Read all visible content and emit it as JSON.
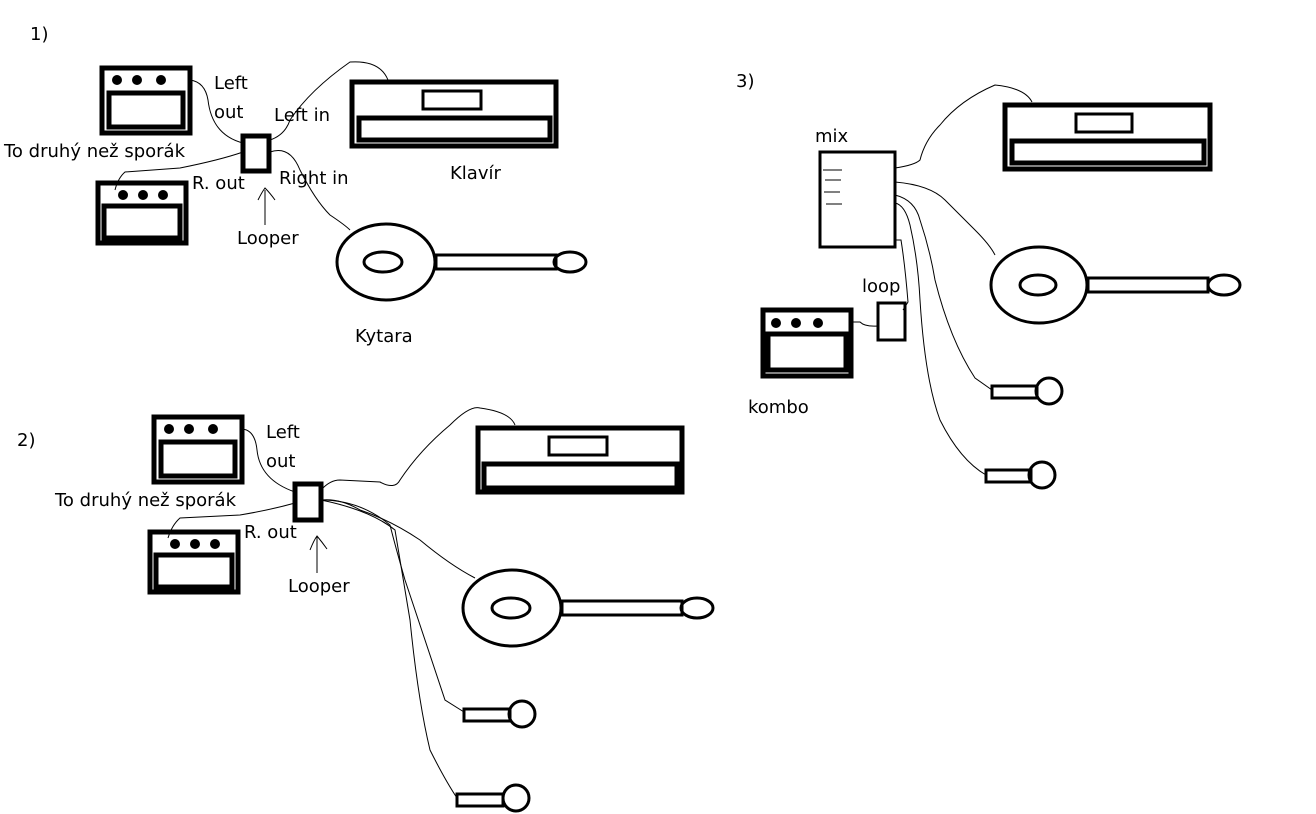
{
  "sections": [
    {
      "number": "1)",
      "labels": {
        "left_out_line1": "Left",
        "left_out_line2": "out",
        "left_in": "Left in",
        "right_in": "Right in",
        "r_out": "R. out",
        "second_amp": "To druhý než sporák",
        "looper": "Looper",
        "piano": "Klavír",
        "guitar": "Kytara"
      }
    },
    {
      "number": "2)",
      "labels": {
        "left_out_line1": "Left",
        "left_out_line2": "out",
        "r_out": "R. out",
        "second_amp": "To druhý než sporák",
        "looper": "Looper"
      }
    },
    {
      "number": "3)",
      "labels": {
        "mixer": "mix",
        "loop": "loop",
        "combo": "kombo"
      }
    }
  ],
  "icons": {
    "amp": "amplifier-icon",
    "piano": "keyboard-icon",
    "guitar": "guitar-icon",
    "mic": "microphone-icon",
    "looper": "looper-pedal-icon",
    "mixer": "mixer-icon"
  },
  "colors": {
    "ink": "#000000",
    "background": "#ffffff"
  }
}
